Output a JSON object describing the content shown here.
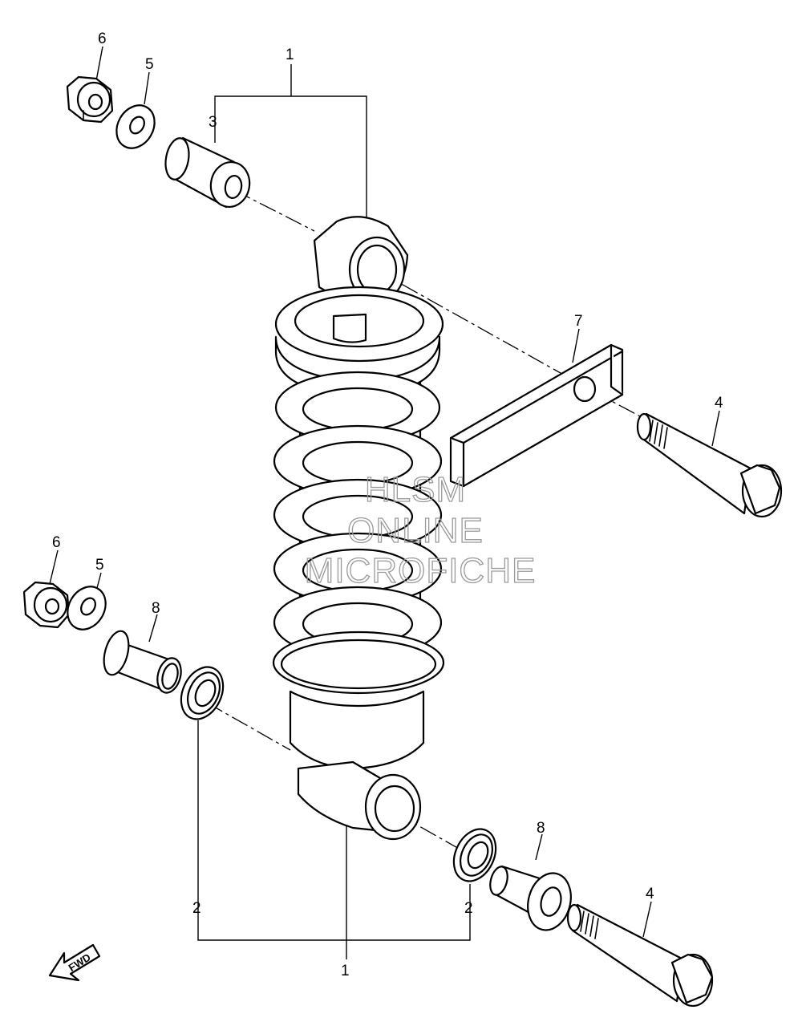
{
  "callouts": {
    "c1_top": "1",
    "c1_bottom": "1",
    "c2_left": "2",
    "c2_right": "2",
    "c3": "3",
    "c4_top": "4",
    "c4_bottom": "4",
    "c5_top": "5",
    "c5_bottom": "5",
    "c6_top": "6",
    "c6_bottom": "6",
    "c7": "7",
    "c8_left": "8",
    "c8_right": "8"
  },
  "watermark": {
    "line1": "HLSM",
    "line2": "ONLINE",
    "line3": "MICROFICHE"
  },
  "fwd_label": "FWD",
  "colors": {
    "line": "#000000",
    "background": "#ffffff",
    "watermark": "#9a9a9a"
  }
}
